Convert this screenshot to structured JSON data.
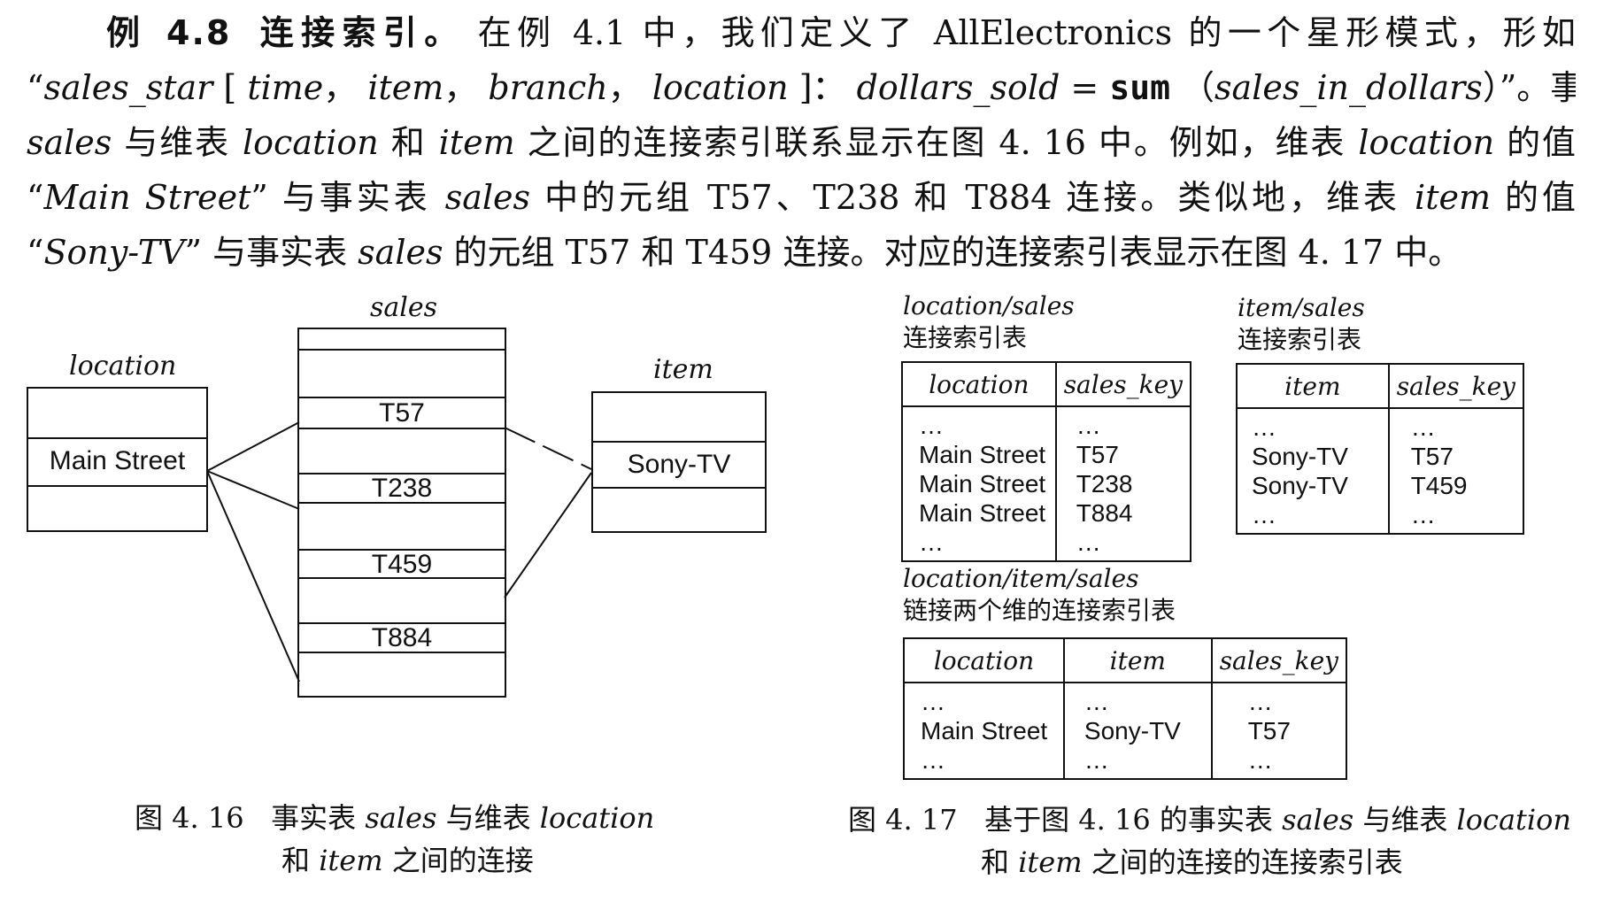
{
  "paragraph": {
    "example_label": "例 4.8",
    "example_title": "连接索引。",
    "line1_rest": "在例 4.1 中，我们定义了 AllElectronics 的一个星形模式，形如",
    "line2_a": "“",
    "line2_expr_a": "sales_star",
    "line2_b": " [ ",
    "line2_expr_b": "time",
    "line2_c": "， ",
    "line2_expr_c": "item",
    "line2_d": "， ",
    "line2_expr_d": "branch",
    "line2_e": "， ",
    "line2_expr_e": "location",
    "line2_f": " ]： ",
    "line2_expr_f": "dollars_sold",
    "line2_g": " = ",
    "line2_sum": "sum",
    "line2_h": " （",
    "line2_expr_g": "sales_in_dollars",
    "line2_i": "）”。事实表",
    "line3_a": "sales",
    "line3_b": " 与维表 ",
    "line3_c": "location",
    "line3_d": " 和 ",
    "line3_e": "item",
    "line3_f": " 之间的连接索引联系显示在图 4. 16 中。例如，维表 ",
    "line3_g": "location",
    "line3_h": " 的值",
    "line4_a": "“",
    "line4_b": "Main Street",
    "line4_c": "” 与事实表 ",
    "line4_d": "sales",
    "line4_e": " 中的元组 T57、T238 和 T884 连接。类似地，维表 ",
    "line4_f": "item",
    "line4_g": " 的值",
    "line5_a": "“",
    "line5_b": "Sony-TV",
    "line5_c": "” 与事实表 ",
    "line5_d": "sales",
    "line5_e": " 的元组 T57 和 T459 连接。对应的连接索引表显示在图 4. 17 中。"
  },
  "fig16": {
    "location_label": "location",
    "location_value": "Main Street",
    "sales_label": "sales",
    "sales_rows": [
      "T57",
      "T238",
      "T459",
      "T884"
    ],
    "item_label": "item",
    "item_value": "Sony-TV",
    "caption_num": "图 4. 16",
    "caption_a": "事实表 ",
    "caption_b": "sales",
    "caption_c": " 与维表 ",
    "caption_d": "location",
    "caption_e": "和 ",
    "caption_f": "item",
    "caption_g": " 之间的连接"
  },
  "fig17": {
    "t1_title_a": "location/sales",
    "t1_title_b": "连接索引表",
    "t1_headers": [
      "location",
      "sales_key"
    ],
    "t1_col1": [
      "…",
      "Main Street",
      "Main Street",
      "Main Street",
      "…"
    ],
    "t1_col2": [
      "…",
      "T57",
      "T238",
      "T884",
      "…"
    ],
    "t2_title_a": "item/sales",
    "t2_title_b": "连接索引表",
    "t2_headers": [
      "item",
      "sales_key"
    ],
    "t2_col1": [
      "…",
      "Sony-TV",
      "Sony-TV",
      "…"
    ],
    "t2_col2": [
      "…",
      "T57",
      "T459",
      "…"
    ],
    "t3_title_a": "location/item/sales",
    "t3_title_b": "链接两个维的连接索引表",
    "t3_headers": [
      "location",
      "item",
      "sales_key"
    ],
    "t3_col1": [
      "…",
      "Main Street",
      "…"
    ],
    "t3_col2": [
      "…",
      "Sony-TV",
      "…"
    ],
    "t3_col3": [
      "…",
      "T57",
      "…"
    ],
    "caption_num": "图 4. 17",
    "caption_a": "基于图 4. 16 的事实表 ",
    "caption_b": "sales",
    "caption_c": " 与维表 ",
    "caption_d": "location",
    "caption_e": "和 ",
    "caption_f": "item",
    "caption_g": " 之间的连接的连接索引表"
  }
}
